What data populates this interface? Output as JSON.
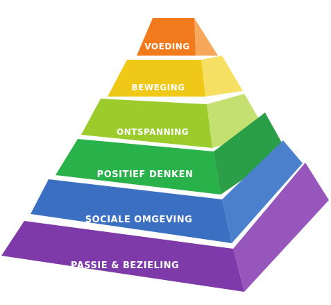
{
  "diagram": {
    "type": "pyramid",
    "tiers": [
      {
        "label": "VOEDING",
        "front_color": "#f07a1c",
        "side_color": "#f6a75a"
      },
      {
        "label": "BEWEGING",
        "front_color": "#f0c818",
        "side_color": "#f5e064"
      },
      {
        "label": "ONTSPANNING",
        "front_color": "#9ccb2c",
        "side_color": "#c4e070"
      },
      {
        "label": "POSITIEF DENKEN",
        "front_color": "#29b24a",
        "side_color": "#2b9e48"
      },
      {
        "label": "SOCIALE OMGEVING",
        "front_color": "#3a6fc2",
        "side_color": "#4a80cc"
      },
      {
        "label": "PASSIE & BEZIELING",
        "front_color": "#7e3aa8",
        "side_color": "#9656bb"
      }
    ]
  }
}
